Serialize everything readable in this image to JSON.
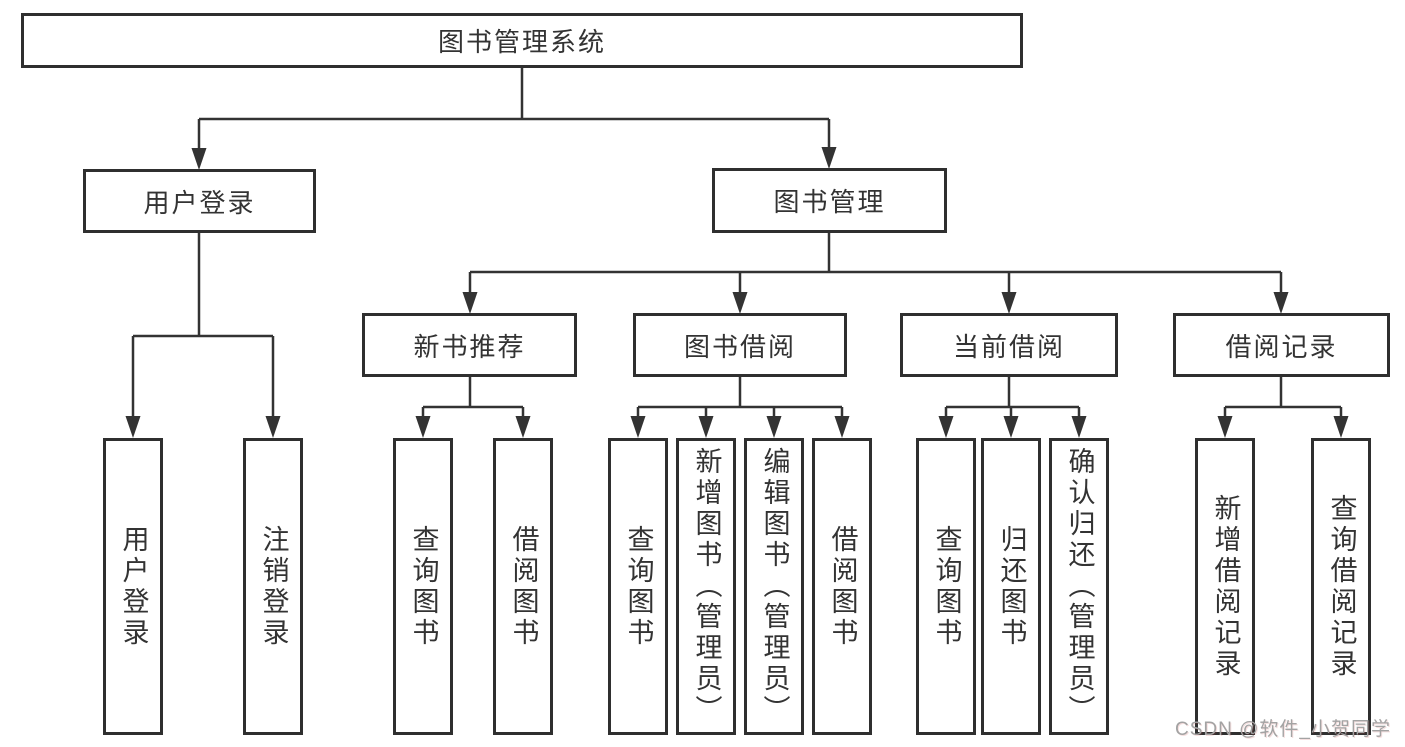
{
  "tree": {
    "label": "图书管理系统",
    "children": [
      {
        "label": "用户登录",
        "children": [
          {
            "label": "用户登录"
          },
          {
            "label": "注销登录"
          }
        ]
      },
      {
        "label": "图书管理",
        "children": [
          {
            "label": "新书推荐",
            "children": [
              {
                "label": "查询图书"
              },
              {
                "label": "借阅图书"
              }
            ]
          },
          {
            "label": "图书借阅",
            "children": [
              {
                "label": "查询图书"
              },
              {
                "label": "新增图书（管理员）"
              },
              {
                "label": "编辑图书（管理员）"
              },
              {
                "label": "借阅图书"
              }
            ]
          },
          {
            "label": "当前借阅",
            "children": [
              {
                "label": "查询图书"
              },
              {
                "label": "归还图书"
              },
              {
                "label": "确认归还（管理员）"
              }
            ]
          },
          {
            "label": "借阅记录",
            "children": [
              {
                "label": "新增借阅记录"
              },
              {
                "label": "查询借阅记录"
              }
            ]
          }
        ]
      }
    ]
  },
  "watermark": "CSDN @软件_小贺同学",
  "colors": {
    "line": "#333333",
    "box_border": "#2f2f2f",
    "text": "#333333",
    "background": "#ffffff",
    "watermark": "#a3a3a3"
  }
}
